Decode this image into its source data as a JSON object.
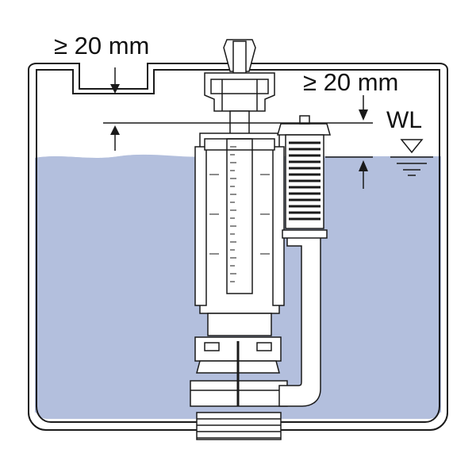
{
  "labels": {
    "cover_clearance": "≥ 20 mm",
    "overflow_clearance": "≥ 20 mm",
    "water_level": "WL"
  },
  "colors": {
    "water": "#b3bfdd",
    "outline": "#1a1a1a",
    "valve_fill": "#ffffff"
  },
  "icons": {
    "water_level_symbol": "water-level-triangle-icon",
    "arrow": "dimension-arrow-icon"
  }
}
